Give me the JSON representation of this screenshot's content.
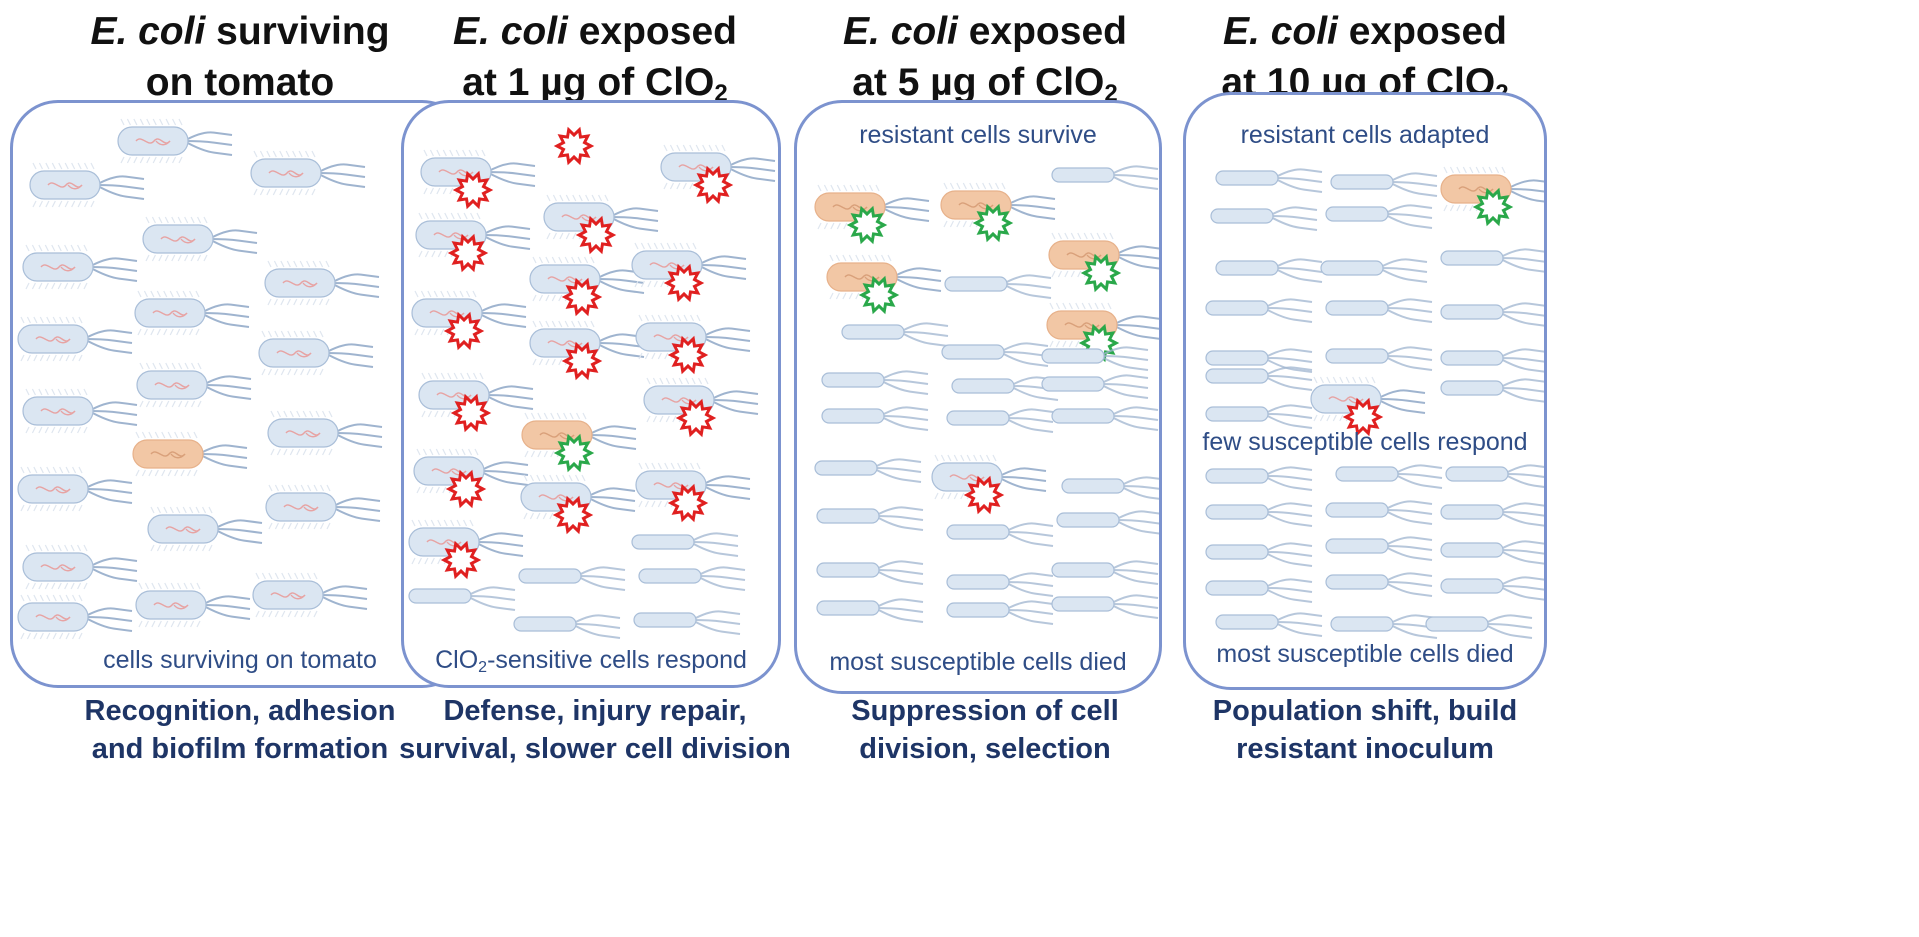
{
  "panels": [
    {
      "title_italic": "E. coli",
      "title_rest": " surviving",
      "title_line2": "on tomato",
      "title_line2_sub": "",
      "top_label": "",
      "mid_label": "",
      "bottom_label_main": "cells surviving on tomato",
      "bottom_label_sub": "",
      "bottom_label_tail": "",
      "caption_line1": "Recognition, adhesion",
      "caption_line2": "and biofilm formation"
    },
    {
      "title_italic": "E. coli",
      "title_rest": " exposed",
      "title_line2": "at 1 µg of ClO",
      "title_line2_sub": "2",
      "top_label": "",
      "mid_label": "",
      "bottom_label_main": "ClO",
      "bottom_label_sub": "2",
      "bottom_label_tail": "-sensitive cells respond",
      "caption_line1": "Defense, injury repair,",
      "caption_line2": "survival, slower cell division"
    },
    {
      "title_italic": "E. coli",
      "title_rest": " exposed",
      "title_line2": "at 5 µg of ClO",
      "title_line2_sub": "2",
      "top_label": "resistant cells survive",
      "mid_label": "",
      "bottom_label_main": "most susceptible cells died",
      "bottom_label_sub": "",
      "bottom_label_tail": "",
      "caption_line1": "Suppression of cell",
      "caption_line2": "division, selection"
    },
    {
      "title_italic": "E. coli",
      "title_rest": " exposed",
      "title_line2": "at 10 µg of ClO",
      "title_line2_sub": "2",
      "top_label": "resistant cells adapted",
      "mid_label": "few susceptible cells respond",
      "bottom_label_main": "most susceptible cells died",
      "bottom_label_sub": "",
      "bottom_label_tail": "",
      "caption_line1": "Population shift, build",
      "caption_line2": "resistant inoculum"
    }
  ],
  "colors": {
    "box_border": "#7c93cf",
    "cell_fill": "#dbe6f2",
    "cell_stroke": "#a9bed8",
    "resistant_cell_fill": "#f2c7a5",
    "susceptible_marker": "#e02020",
    "resistant_marker": "#2aa84a",
    "label_text": "#2f4d86",
    "caption_text": "#1e3566"
  },
  "legend_icons": [
    "bacterium-cell-icon",
    "resistant-bacterium-icon",
    "red-starburst-icon",
    "green-starburst-icon",
    "dead-cell-icon"
  ]
}
